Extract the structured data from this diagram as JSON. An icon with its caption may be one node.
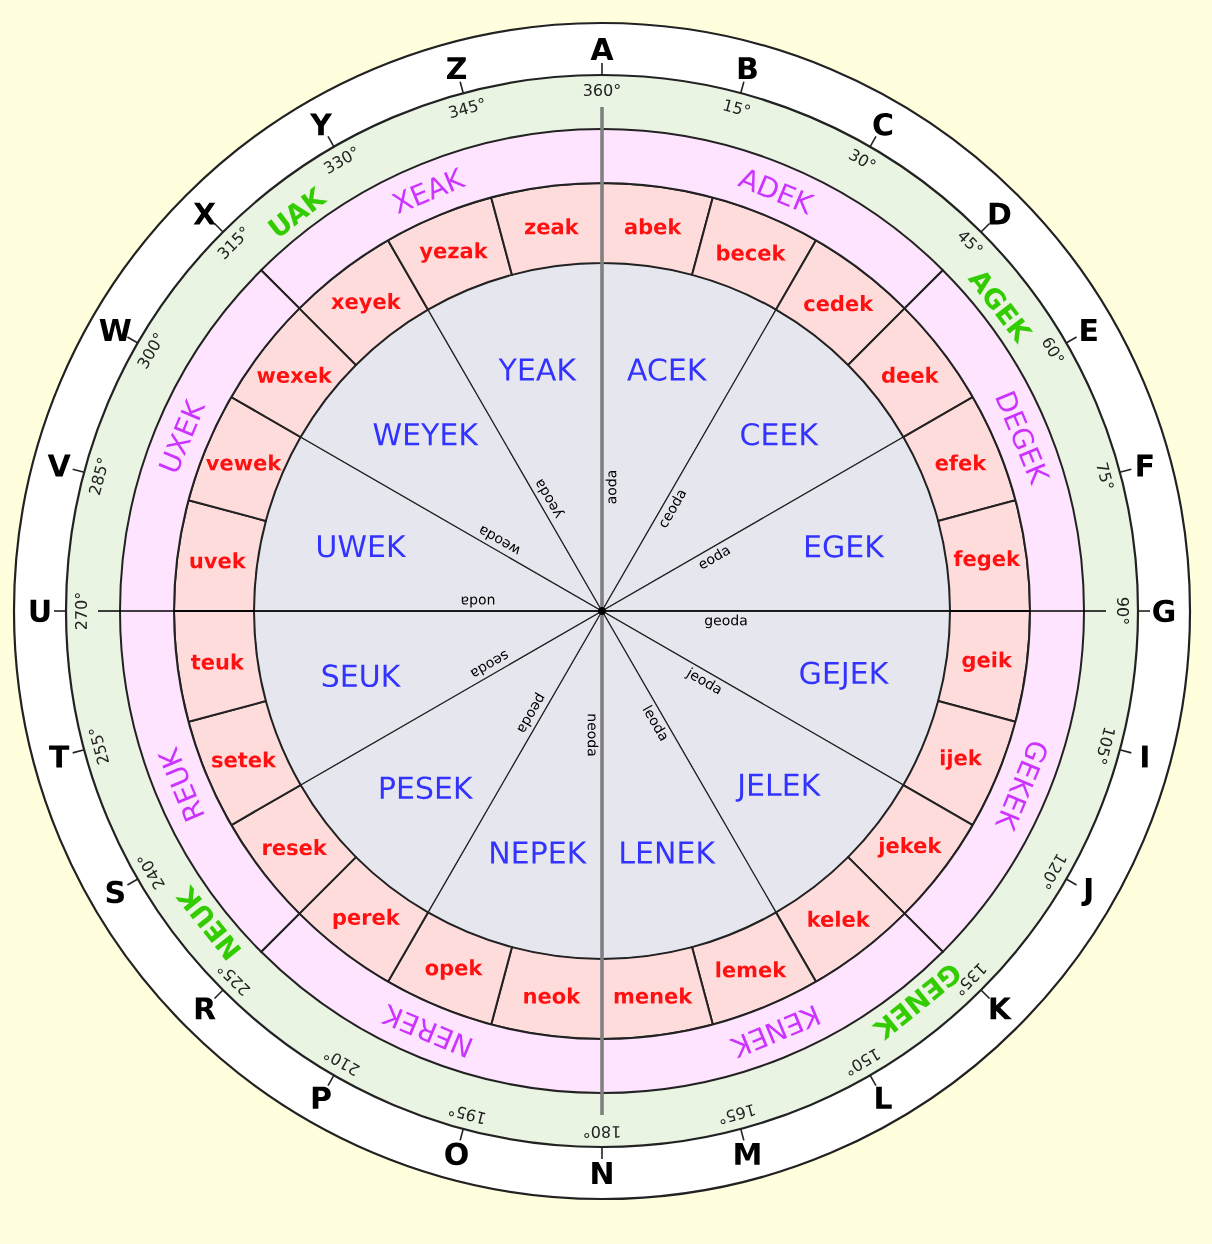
{
  "diagram": {
    "nodes": [
      {
        "text": [
          "XEAK",
          "ADEK"
        ]
      },
      {
        "text": [
          "DEGEK",
          "GEKEK"
        ]
      },
      {
        "text": [
          "KENEK",
          "NEREK"
        ]
      },
      {
        "text": [
          "REUK",
          "UXEK"
        ]
      },
      {
        "text": [
          "abek"
        ]
      },
      {
        "text": [
          "becek"
        ]
      },
      {
        "text": [
          "cedek"
        ]
      },
      {
        "text": [
          "deek"
        ]
      },
      {
        "text": [
          "efek"
        ]
      },
      {
        "text": [
          "fegek"
        ]
      },
      {
        "text": [
          "geik"
        ]
      },
      {
        "text": [
          "ijek"
        ]
      },
      {
        "text": [
          "jekek"
        ]
      },
      {
        "text": [
          "kelek"
        ]
      },
      {
        "text": [
          "lemek"
        ]
      },
      {
        "text": [
          "menek"
        ]
      },
      {
        "text": [
          "neok"
        ]
      },
      {
        "text": [
          "opek"
        ]
      },
      {
        "text": [
          "perek"
        ]
      },
      {
        "text": [
          "resek"
        ]
      },
      {
        "text": [
          "setek"
        ]
      },
      {
        "text": [
          "teuk"
        ]
      },
      {
        "text": [
          "uvek"
        ]
      },
      {
        "text": [
          "vewek"
        ]
      },
      {
        "text": [
          "wexek"
        ]
      },
      {
        "text": [
          "xeyek"
        ]
      },
      {
        "text": [
          "yezak"
        ]
      },
      {
        "text": [
          "zeak"
        ]
      },
      {
        "text": [
          "ACEK"
        ]
      },
      {
        "text": [
          "CEEK"
        ]
      },
      {
        "text": [
          "EGEK"
        ]
      },
      {
        "text": [
          "GEJEK"
        ]
      },
      {
        "text": [
          "JELEK"
        ]
      },
      {
        "text": [
          "LENEK"
        ]
      },
      {
        "text": [
          "NEPEK"
        ]
      },
      {
        "text": [
          "PESEK"
        ]
      },
      {
        "text": [
          "SEUK"
        ]
      },
      {
        "text": [
          "UWEK"
        ]
      },
      {
        "text": [
          "WEYEK"
        ]
      },
      {
        "text": [
          "YEAK"
        ]
      }
    ],
    "labels": [
      "A",
      "B",
      "C",
      "D",
      "E",
      "F",
      "G",
      "I",
      "J",
      "K",
      "L",
      "M",
      "N",
      "O",
      "P",
      "R",
      "S",
      "T",
      "U",
      "V",
      "W",
      "X",
      "Y",
      "Z",
      "360°",
      "15°",
      "30°",
      "45°",
      "60°",
      "75°",
      "90°",
      "105°",
      "120°",
      "135°",
      "150°",
      "165°",
      "180°",
      "195°",
      "210°",
      "225°",
      "240°",
      "255°",
      "270°",
      "285°",
      "300°",
      "315°",
      "330°",
      "345°",
      "AGEK",
      "GENEK",
      "NEUK",
      "UAK",
      "aoda",
      "ceoda",
      "eoda",
      "geoda",
      "jeoda",
      "leoda",
      "neoda",
      "peoda",
      "seoda",
      "uoda",
      "weoda",
      "yeoda"
    ]
  }
}
